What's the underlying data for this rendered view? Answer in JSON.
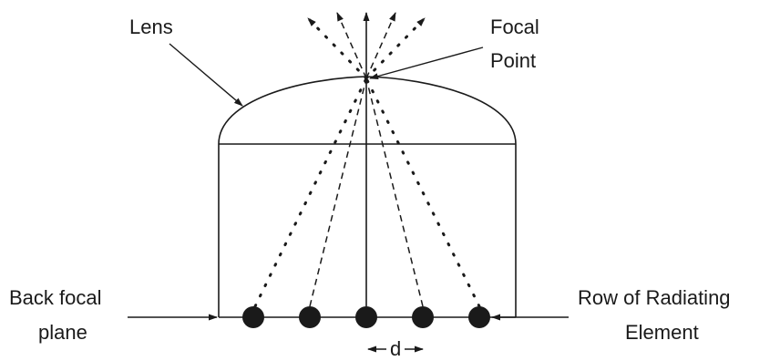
{
  "labels": {
    "lens": "Lens",
    "focal_line1": "Focal",
    "focal_line2": "Point",
    "back_line1": "Back focal",
    "back_line2": "plane",
    "row_line1": "Row of Radiating",
    "row_line2": "Element",
    "spacing": "d"
  },
  "elements": [
    {
      "id": 1,
      "ray": "dotted"
    },
    {
      "id": 2,
      "ray": "dashed"
    },
    {
      "id": 3,
      "ray": "solid"
    },
    {
      "id": 4,
      "ray": "dashed"
    },
    {
      "id": 5,
      "ray": "dotted"
    }
  ],
  "colors": {
    "ink": "#1a1a1a",
    "background": "#ffffff"
  }
}
